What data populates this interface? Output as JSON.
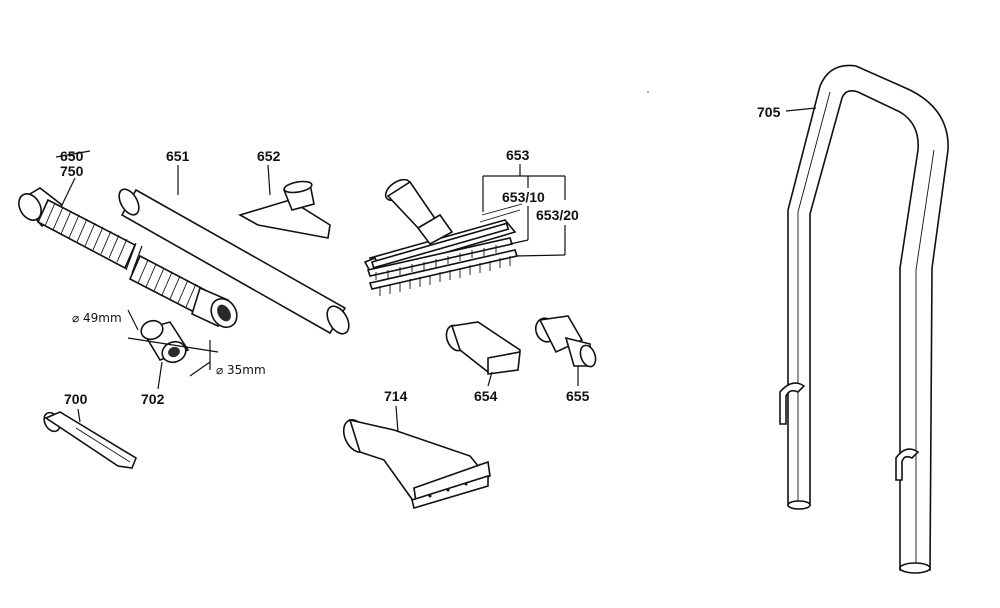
{
  "labels": {
    "p650": "650",
    "p750": "750",
    "p651": "651",
    "p652": "652",
    "p653": "653",
    "p653_10": "653/10",
    "p653_20": "653/20",
    "p705": "705",
    "p700": "700",
    "p702": "702",
    "p714": "714",
    "p654": "654",
    "p655": "655"
  },
  "dimensions": {
    "d49": "⌀ 49mm",
    "d35": "⌀ 35mm"
  }
}
